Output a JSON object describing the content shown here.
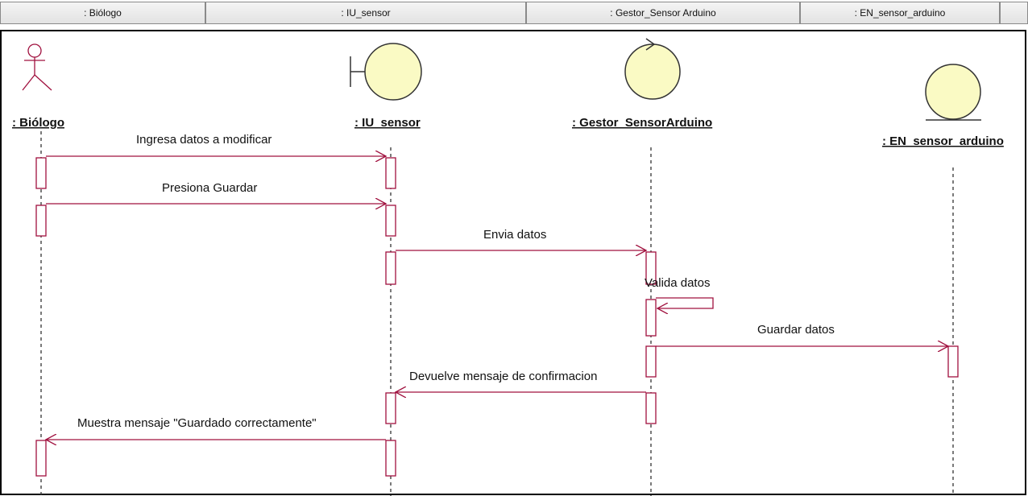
{
  "header": {
    "cells": [
      ": Biólogo",
      ": IU_sensor",
      ": Gestor_Sensor Arduino",
      ": EN_sensor_arduino"
    ]
  },
  "lifelines": {
    "actor": ": Biólogo",
    "boundary": ": IU_sensor",
    "control": ": Gestor_SensorArduino",
    "entity": ": EN_sensor_arduino"
  },
  "messages": [
    "Ingresa datos a modificar",
    "Presiona Guardar",
    "Envia datos",
    "Valida datos",
    "Guardar datos",
    "Devuelve mensaje de confirmacion",
    "Muestra mensaje \"Guardado correctamente\""
  ],
  "colors": {
    "message_line": "#a0103e",
    "object_fill": "#fafac4",
    "frame": "#000000"
  }
}
